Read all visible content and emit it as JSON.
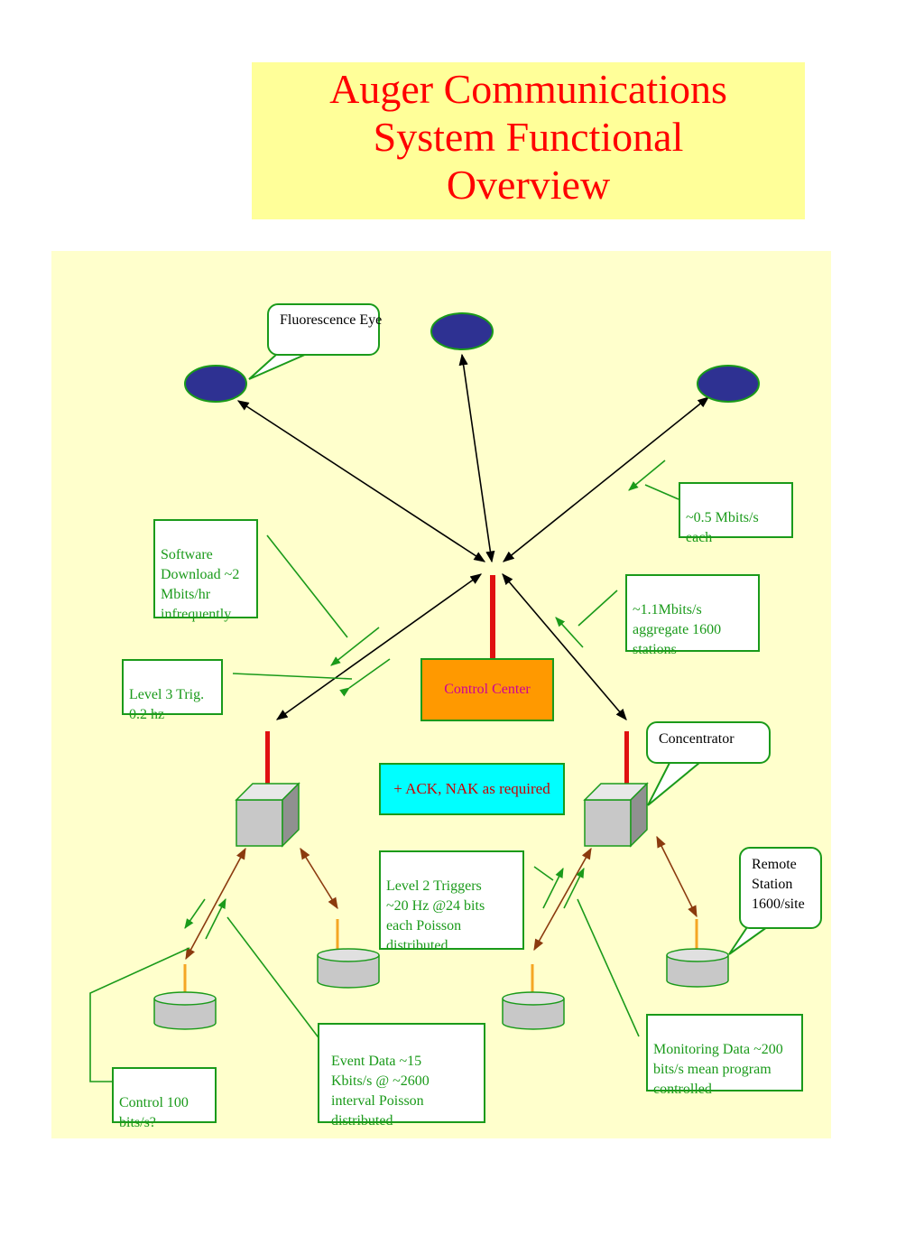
{
  "title": {
    "line1": "Auger Communications",
    "line2": "System Functional",
    "line3": "Overview"
  },
  "labels": {
    "fluorescence_eye": "Fluorescence Eye",
    "rate_05": "~0.5 Mbits/s\neach",
    "software_download": "Software\nDownload  ~2\nMbits/hr\ninfrequently",
    "rate_11": "~1.1Mbits/s\naggregate 1600\nstations",
    "level3": "Level 3 Trig.\n0.2 hz",
    "control_center": "Control Center",
    "concentrator": "Concentrator",
    "ack_nak": "+ ACK, NAK as required",
    "level2": "Level 2 Triggers\n~20 Hz @24 bits\neach Poisson\ndistributed",
    "remote_station": "Remote\nStation\n1600/site",
    "monitoring": "Monitoring Data ~200\nbits/s mean  program\ncontrolled",
    "event_data": "Event Data ~15\nKbits/s @ ~2600\ninterval Poisson\ndistributed",
    "control_rate": "Control 100\nbits/s?"
  },
  "colors": {
    "title": "#ff0000",
    "title_bg": "#ffff99",
    "panel_bg": "#ffffcc",
    "label_green": "#1a9a1a",
    "eye_fill": "#2e3192",
    "mast_red": "#e01010",
    "control_center_fill": "#ff9900",
    "control_center_text": "#cc0099",
    "ack_fill": "#00ffff",
    "ack_text": "#cc0000",
    "link_brown": "#8b3a0e",
    "antenna_orange": "#f5a623",
    "station_gray": "#c8c8c8"
  }
}
